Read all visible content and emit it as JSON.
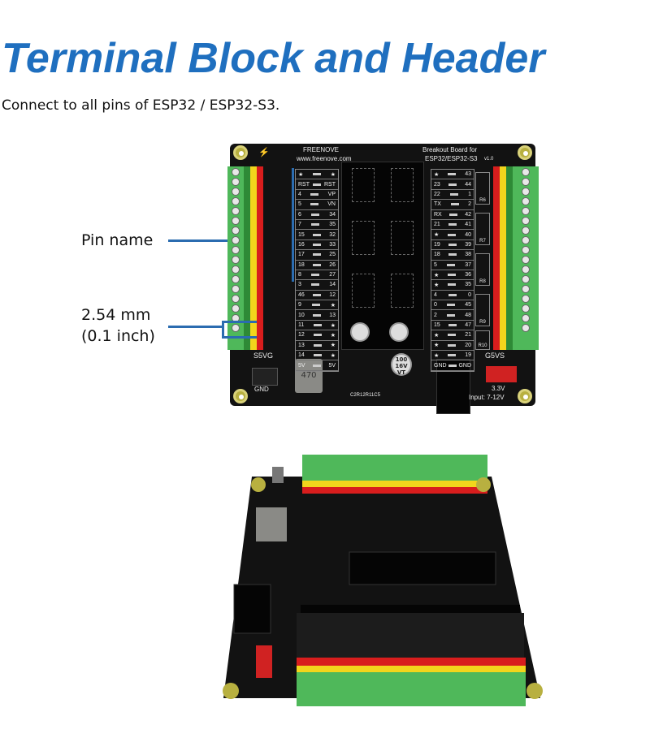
{
  "header": {
    "title": "Terminal Block and Header",
    "subtitle": "Connect to all pins of ESP32 / ESP32-S3."
  },
  "annotations": {
    "pin_name": "Pin name",
    "pitch_mm": "2.54 mm",
    "pitch_inch": "(0.1 inch)"
  },
  "board": {
    "brand": "FREENOVE",
    "website": "www.freenove.com",
    "model_line1": "Breakout Board for",
    "model_line2": "ESP32/ESP32-S3",
    "version": "v1.0",
    "left_header_label": "S5VG",
    "right_header_label": "G5VS",
    "gnd_label": "GND",
    "v33_label": "3.3V",
    "input_label": "Input: 7-12V",
    "inductor": "470",
    "cap_label": "100 16V VT",
    "resistors": "C2R12R11C5",
    "left_pins": [
      [
        "★",
        "★"
      ],
      [
        "RST",
        "RST"
      ],
      [
        "4",
        "VP"
      ],
      [
        "5",
        "VN"
      ],
      [
        "6",
        "34"
      ],
      [
        "7",
        "35"
      ],
      [
        "15",
        "32"
      ],
      [
        "16",
        "33"
      ],
      [
        "17",
        "25"
      ],
      [
        "18",
        "26"
      ],
      [
        "8",
        "27"
      ],
      [
        "3",
        "14"
      ],
      [
        "46",
        "12"
      ],
      [
        "9",
        "★"
      ],
      [
        "10",
        "13"
      ],
      [
        "11",
        "★"
      ],
      [
        "12",
        "★"
      ],
      [
        "13",
        "★"
      ],
      [
        "14",
        "★"
      ],
      [
        "5V",
        "5V"
      ]
    ],
    "right_pins": [
      [
        "★",
        "43"
      ],
      [
        "23",
        "44"
      ],
      [
        "22",
        "1"
      ],
      [
        "TX",
        "2"
      ],
      [
        "RX",
        "42"
      ],
      [
        "21",
        "41"
      ],
      [
        "★",
        "40"
      ],
      [
        "19",
        "39"
      ],
      [
        "18",
        "38"
      ],
      [
        "5",
        "37"
      ],
      [
        "★",
        "36"
      ],
      [
        "★",
        "35"
      ],
      [
        "4",
        "0"
      ],
      [
        "0",
        "45"
      ],
      [
        "2",
        "48"
      ],
      [
        "15",
        "47"
      ],
      [
        "★",
        "21"
      ],
      [
        "★",
        "20"
      ],
      [
        "★",
        "19"
      ],
      [
        "GND",
        "GND"
      ]
    ],
    "resistor_labels": [
      "R6",
      "R7",
      "R8",
      "R9",
      "R10"
    ]
  },
  "colors": {
    "title": "#1f6fbf",
    "board": "#121212",
    "terminal": "#4fb85a",
    "yellow": "#f2d51c",
    "red": "#d81d1d",
    "pointer": "#2b6cb0"
  }
}
